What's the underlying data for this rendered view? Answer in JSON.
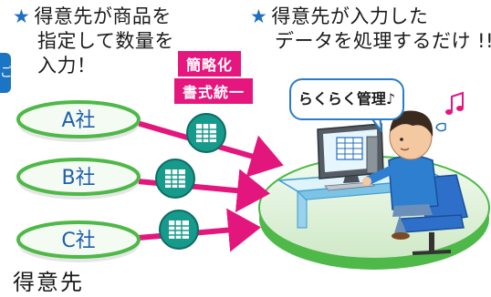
{
  "left_note": {
    "star": "★",
    "lines": [
      "得意先が商品を",
      "指定して数量を",
      "入力！"
    ]
  },
  "right_note": {
    "star": "★",
    "lines": [
      "得意先が入力した",
      "データを処理するだけ !!"
    ]
  },
  "tags": [
    "簡略化",
    "書式統一"
  ],
  "speech_bubble": "らくらく管理♪",
  "companies": [
    "A社",
    "B社",
    "C社"
  ],
  "customers_label": "得意先",
  "colors": {
    "arrow": "#e3167d",
    "tag_bg": "#e5177e",
    "accent_blue": "#1f6fc2",
    "platform_green": "#4eb848",
    "pill_fill": "#f4fbf2"
  },
  "icons": [
    "spreadsheet-icon",
    "computer-monitor-icon",
    "music-note-icon",
    "person-at-desk-illustration"
  ]
}
